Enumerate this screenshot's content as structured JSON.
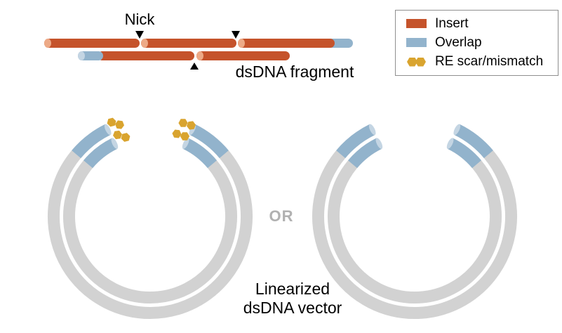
{
  "colors": {
    "insert": "#c5532b",
    "insert_cap": "#edaa87",
    "overlap": "#92b3cc",
    "overlap_cap": "#c4d5e3",
    "scar": "#d9a42f",
    "vector": "#d2d2d2",
    "or_text": "#b1b1b1",
    "arrow": "#000000"
  },
  "fragment": {
    "nick_label": "Nick",
    "caption": "dsDNA fragment"
  },
  "legend": {
    "items": [
      {
        "label": "Insert"
      },
      {
        "label": "Overlap"
      },
      {
        "label": "RE scar/mismatch"
      }
    ]
  },
  "vectors": {
    "or_label": "OR",
    "caption_line1": "Linearized",
    "caption_line2": "dsDNA vector",
    "left_has_scars": true,
    "right_has_scars": false
  }
}
